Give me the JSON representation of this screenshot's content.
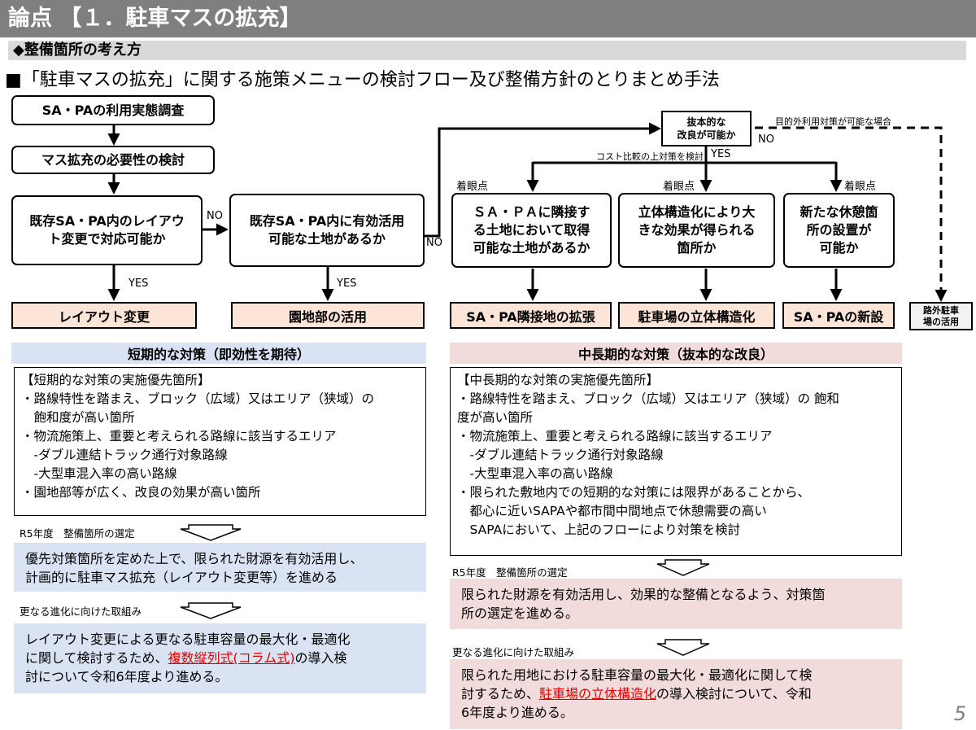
{
  "header": {
    "title": "論点 【１．駐車マスの拡充】",
    "subtitle": "◆整備箇所の考え方",
    "heading": "■「駐車マスの拡充」に関する施策メニューの検討フロー及び整備方針のとりまとめ手法"
  },
  "flow": {
    "step1": "SA・PAの利用実態調査",
    "step2": "マス拡充の必要性の検討",
    "q_layout": [
      "既存SA・PA内のレイアウ",
      "ト変更で対応可能か"
    ],
    "q_land": [
      "既存SA・PA内に有効活用",
      "可能な土地があるか"
    ],
    "q_fundamental": [
      "抜本的な",
      "改良が可能か"
    ],
    "q_adjacent": [
      "ＳＡ・ＰＡに隣接す",
      "る土地において取得",
      "可能な土地があるか"
    ],
    "q_structure": [
      "立体構造化により大",
      "きな効果が得られる",
      "箇所か"
    ],
    "q_new": [
      "新たな休憩箇",
      "所の設置が",
      "可能か"
    ],
    "result_layout": "レイアウト変更",
    "result_garden": "園地部の活用",
    "result_adjacent": "SA・PA隣接地の拡張",
    "result_structure": "駐車場の立体構造化",
    "result_new": "SA・PAの新設",
    "result_offroad": [
      "路外駐車",
      "場の活用"
    ],
    "label_no": "NO",
    "label_yes": "YES",
    "label_focus": "着眼点",
    "label_cost": "コスト比較の上対策を検討",
    "label_offroad_case": "目的外利用対策が可能な場合"
  },
  "short_term": {
    "band": "短期的な対策（即効性を期待）",
    "list": [
      "【短期的な対策の実施優先箇所】",
      "・路線特性を踏まえ、ブロック（広域）又はエリア（狭域）の",
      "　飽和度が高い箇所",
      "・物流施策上、重要と考えられる路線に該当するエリア",
      "　-ダブル連結トラック通行対象路線",
      "　-大型車混入率の高い路線",
      "・園地部等が広く、改良の効果が高い箇所"
    ],
    "note1": "R5年度　整備箇所の選定",
    "text1": [
      "優先対策箇所を定めた上で、限られた財源を有効活用し、",
      "計画的に駐車マス拡充（レイアウト変更等）を進める"
    ],
    "note2": "更なる進化に向けた取組み",
    "text2_a": "レイアウト変更による更なる駐車容量の最大化・最適化",
    "text2_b": "に関して検討するため、",
    "text2_red": "複数縦列式(コラム式)",
    "text2_c": "の導入検",
    "text2_d": "討について令和6年度より進める。"
  },
  "long_term": {
    "band": "中長期的な対策（抜本的な改良）",
    "list": [
      "【中長期的な対策の実施優先箇所】",
      "・路線特性を踏まえ、ブロック（広域）又はエリア（狭域）の 飽和",
      "度が高い箇所",
      "・物流施策上、重要と考えられる路線に該当するエリア",
      "　-ダブル連結トラック通行対象路線",
      "　-大型車混入率の高い路線",
      "・限られた敷地内での短期的な対策には限界があることから、",
      "　都心に近いSAPAや都市間中間地点で休憩需要の高い",
      "　SAPAにおいて、上記のフローにより対策を検討"
    ],
    "note1": "R5年度　整備箇所の選定",
    "text1": [
      "限られた財源を有効活用し、効果的な整備となるよう、対策箇",
      "所の選定を進める。"
    ],
    "note2": "更なる進化に向けた取組み",
    "text2_a": "限られた用地における駐車容量の最大化・最適化に関して検",
    "text2_b": "討するため、",
    "text2_red": "駐車場の立体構造化",
    "text2_c": "の導入検討について、令和",
    "text2_d": "6年度より進める。"
  },
  "page_number": "5"
}
